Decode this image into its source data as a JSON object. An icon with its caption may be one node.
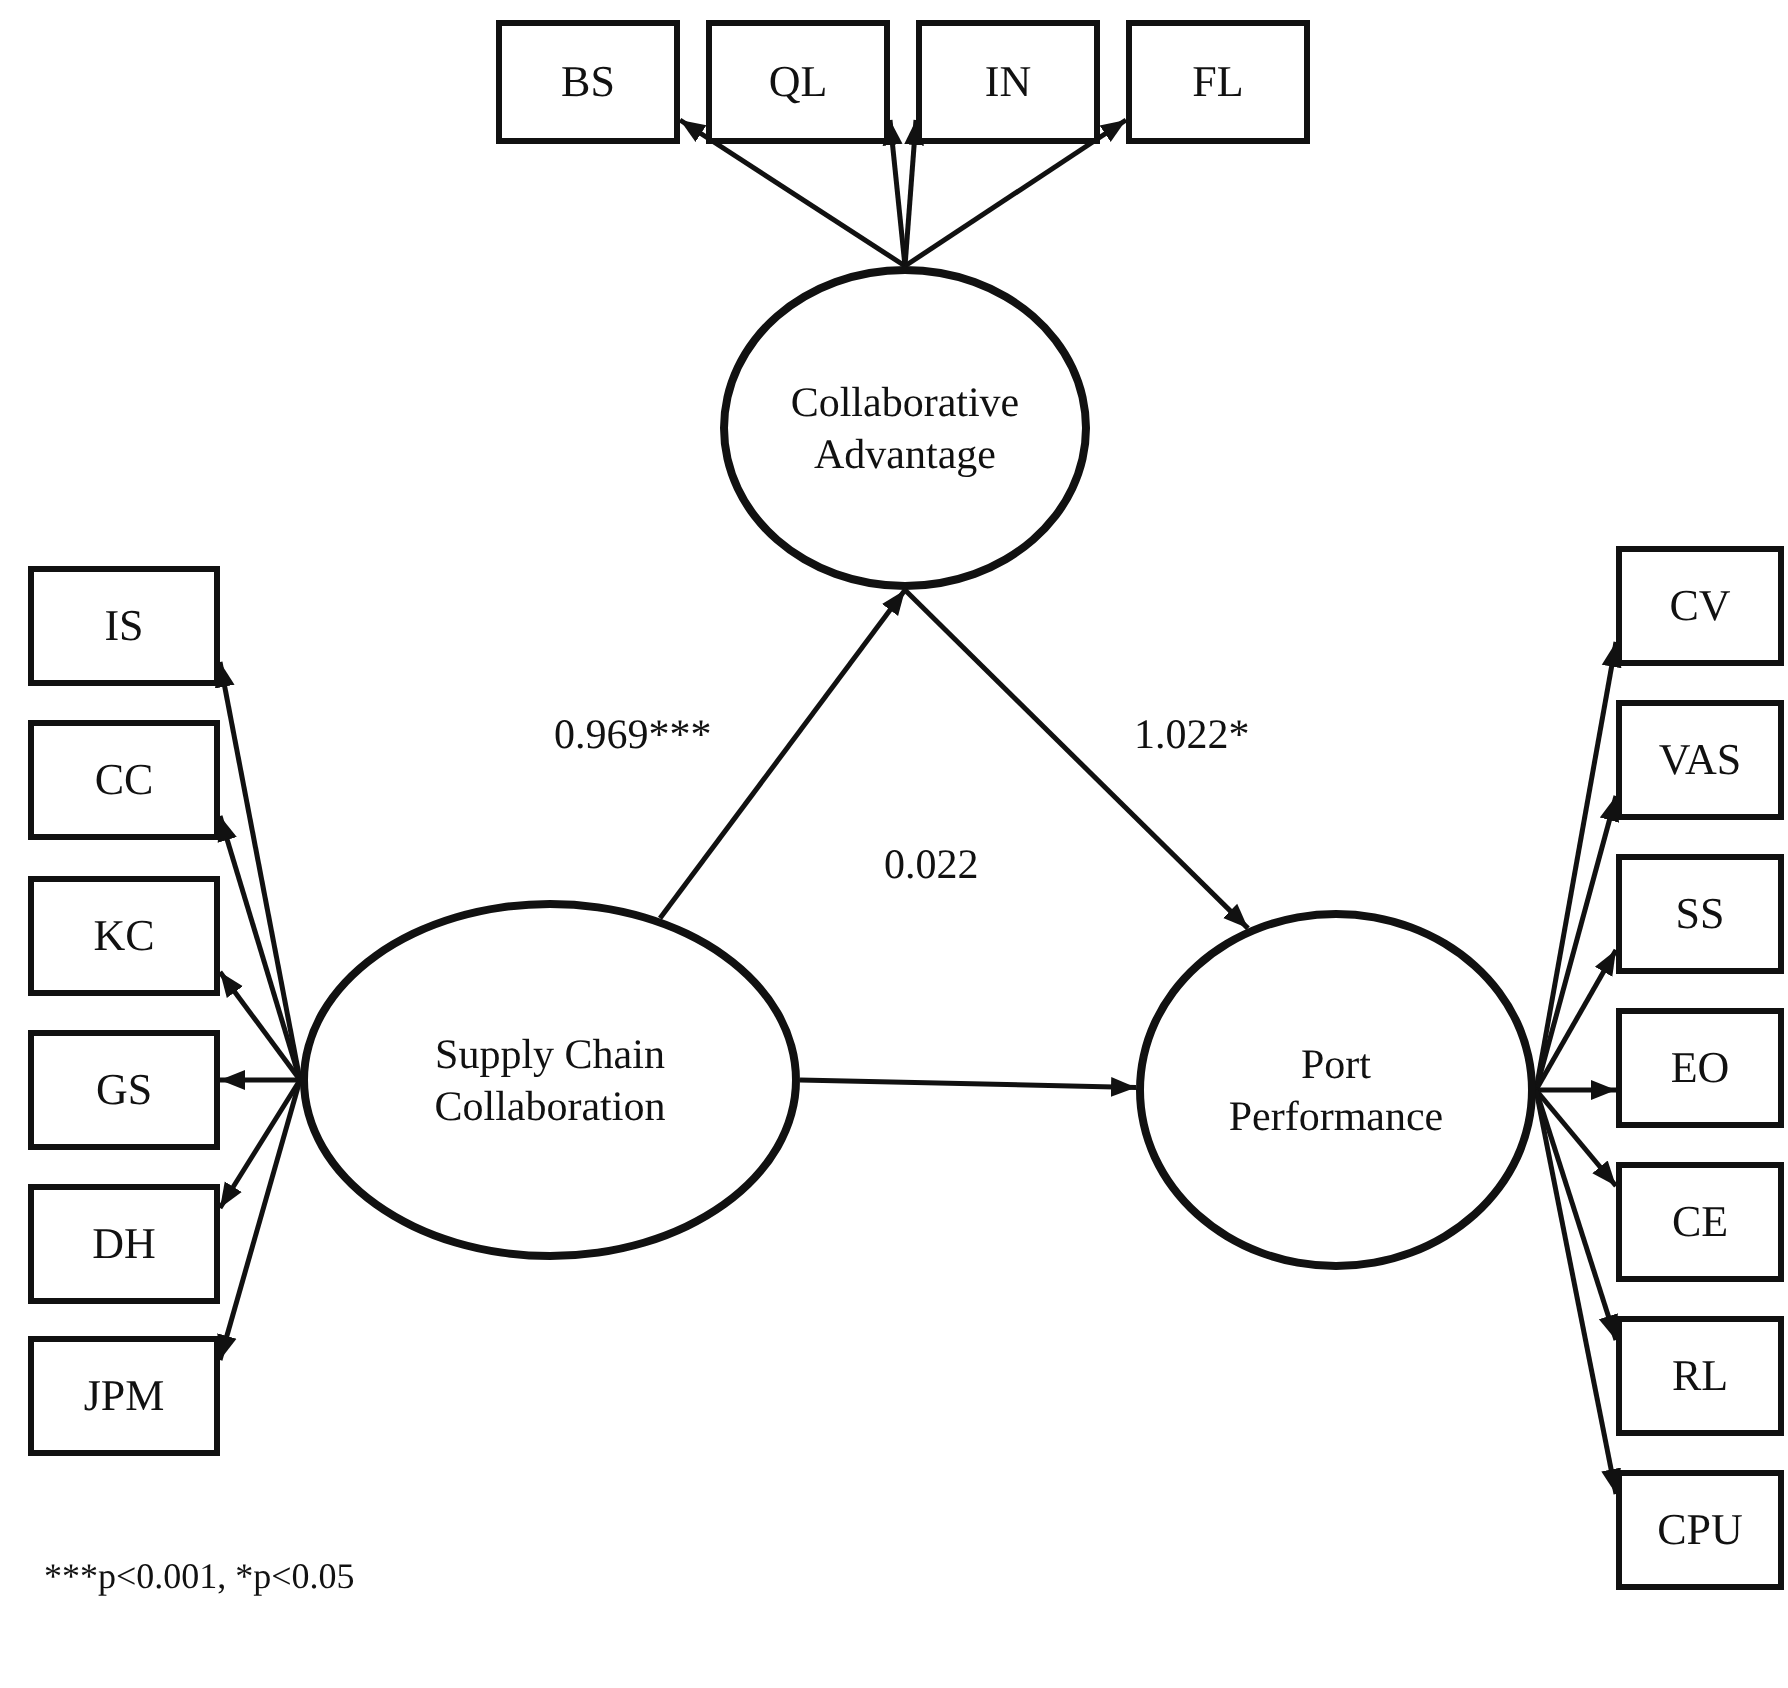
{
  "diagram": {
    "nodes": [
      {
        "text": [
          "BS"
        ]
      },
      {
        "text": [
          "QL"
        ]
      },
      {
        "text": [
          "IN"
        ]
      },
      {
        "text": [
          "FL"
        ]
      },
      {
        "text": [
          "Collaborative Advantage"
        ]
      },
      {
        "text": [
          "Supply Chain Collaboration"
        ]
      },
      {
        "text": [
          "Port Performance"
        ]
      },
      {
        "text": [
          "IS"
        ]
      },
      {
        "text": [
          "CC"
        ]
      },
      {
        "text": [
          "KC"
        ]
      },
      {
        "text": [
          "GS"
        ]
      },
      {
        "text": [
          "DH"
        ]
      },
      {
        "text": [
          "JPM"
        ]
      },
      {
        "text": [
          "CV"
        ]
      },
      {
        "text": [
          "VAS"
        ]
      },
      {
        "text": [
          "SS"
        ]
      },
      {
        "text": [
          "EO"
        ]
      },
      {
        "text": [
          "CE"
        ]
      },
      {
        "text": [
          "RL"
        ]
      },
      {
        "text": [
          "CPU"
        ]
      }
    ],
    "edges": [
      {
        "from": 4,
        "to": 0,
        "arrow": "to"
      },
      {
        "from": 4,
        "to": 1,
        "arrow": "to"
      },
      {
        "from": 4,
        "to": 2,
        "arrow": "to"
      },
      {
        "from": 4,
        "to": 3,
        "arrow": "to"
      },
      {
        "from": 5,
        "to": 4,
        "arrow": "to",
        "label": "0.969***"
      },
      {
        "from": 4,
        "to": 6,
        "arrow": "to",
        "label": "1.022*"
      },
      {
        "from": 5,
        "to": 6,
        "arrow": "to",
        "label": "0.022"
      },
      {
        "from": 5,
        "to": 7,
        "arrow": "to"
      },
      {
        "from": 5,
        "to": 8,
        "arrow": "to"
      },
      {
        "from": 5,
        "to": 9,
        "arrow": "to"
      },
      {
        "from": 5,
        "to": 10,
        "arrow": "to"
      },
      {
        "from": 5,
        "to": 11,
        "arrow": "to"
      },
      {
        "from": 5,
        "to": 12,
        "arrow": "to"
      },
      {
        "from": 6,
        "to": 13,
        "arrow": "to"
      },
      {
        "from": 6,
        "to": 14,
        "arrow": "to"
      },
      {
        "from": 6,
        "to": 15,
        "arrow": "to"
      },
      {
        "from": 6,
        "to": 16,
        "arrow": "to"
      },
      {
        "from": 6,
        "to": 17,
        "arrow": "to"
      },
      {
        "from": 6,
        "to": 18,
        "arrow": "to"
      },
      {
        "from": 6,
        "to": 19,
        "arrow": "to"
      }
    ],
    "labels": [
      "***p<0.001, *p<0.05"
    ]
  }
}
